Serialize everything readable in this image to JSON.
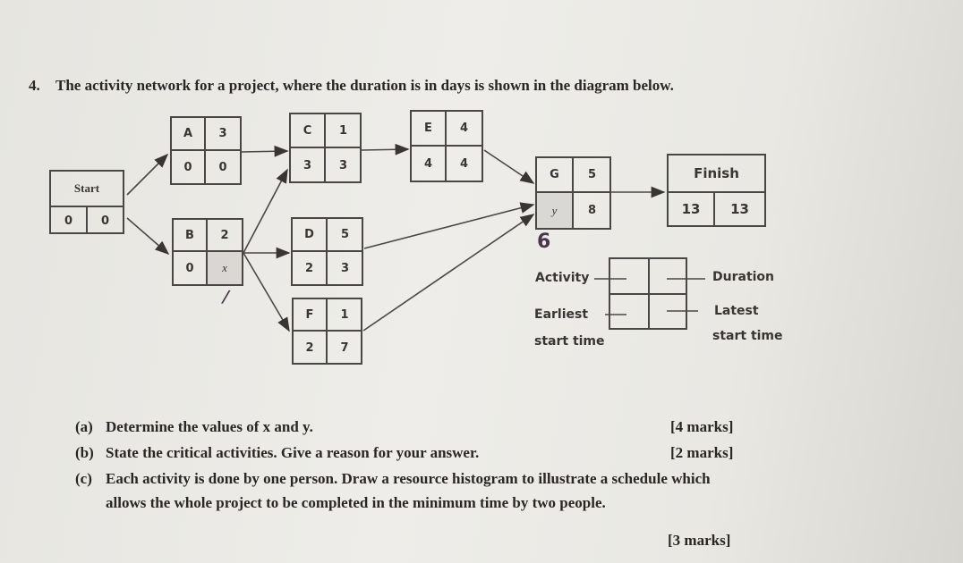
{
  "question": {
    "number": "4.",
    "intro": "The activity network for a project, where the duration is in days is shown in the diagram below.",
    "parts": [
      {
        "label": "(a)",
        "text": "Determine the values of x and y.",
        "marks": "[4 marks]"
      },
      {
        "label": "(b)",
        "text": "State the critical activities. Give a reason for your answer.",
        "marks": "[2 marks]"
      },
      {
        "label": "(c)",
        "text": "Each activity is done by one person. Draw a resource histogram to illustrate a schedule which",
        "text2": "allows the whole project to be completed in the minimum time by two people.",
        "marks": "[3 marks]"
      }
    ]
  },
  "network": {
    "start": {
      "name": "Start",
      "earliest": "0",
      "latest": "0"
    },
    "finish": {
      "name": "Finish",
      "earliest": "13",
      "latest": "13"
    },
    "activities": [
      {
        "name": "A",
        "duration": "3",
        "earliest": "0",
        "latest": "0"
      },
      {
        "name": "B",
        "duration": "2",
        "earliest": "0",
        "latest": "x"
      },
      {
        "name": "C",
        "duration": "1",
        "earliest": "3",
        "latest": "3"
      },
      {
        "name": "D",
        "duration": "5",
        "earliest": "2",
        "latest": "3"
      },
      {
        "name": "E",
        "duration": "4",
        "earliest": "4",
        "latest": "4"
      },
      {
        "name": "F",
        "duration": "1",
        "earliest": "2",
        "latest": "7"
      },
      {
        "name": "G",
        "duration": "5",
        "earliest": "y",
        "latest": "8"
      }
    ],
    "handwritten": {
      "under_b": "/",
      "under_g": "6"
    },
    "legend": {
      "activity": "Activity",
      "duration": "Duration",
      "earliest": "Earliest",
      "earliest2": "start time",
      "latest": "Latest",
      "latest2": "start time"
    }
  }
}
